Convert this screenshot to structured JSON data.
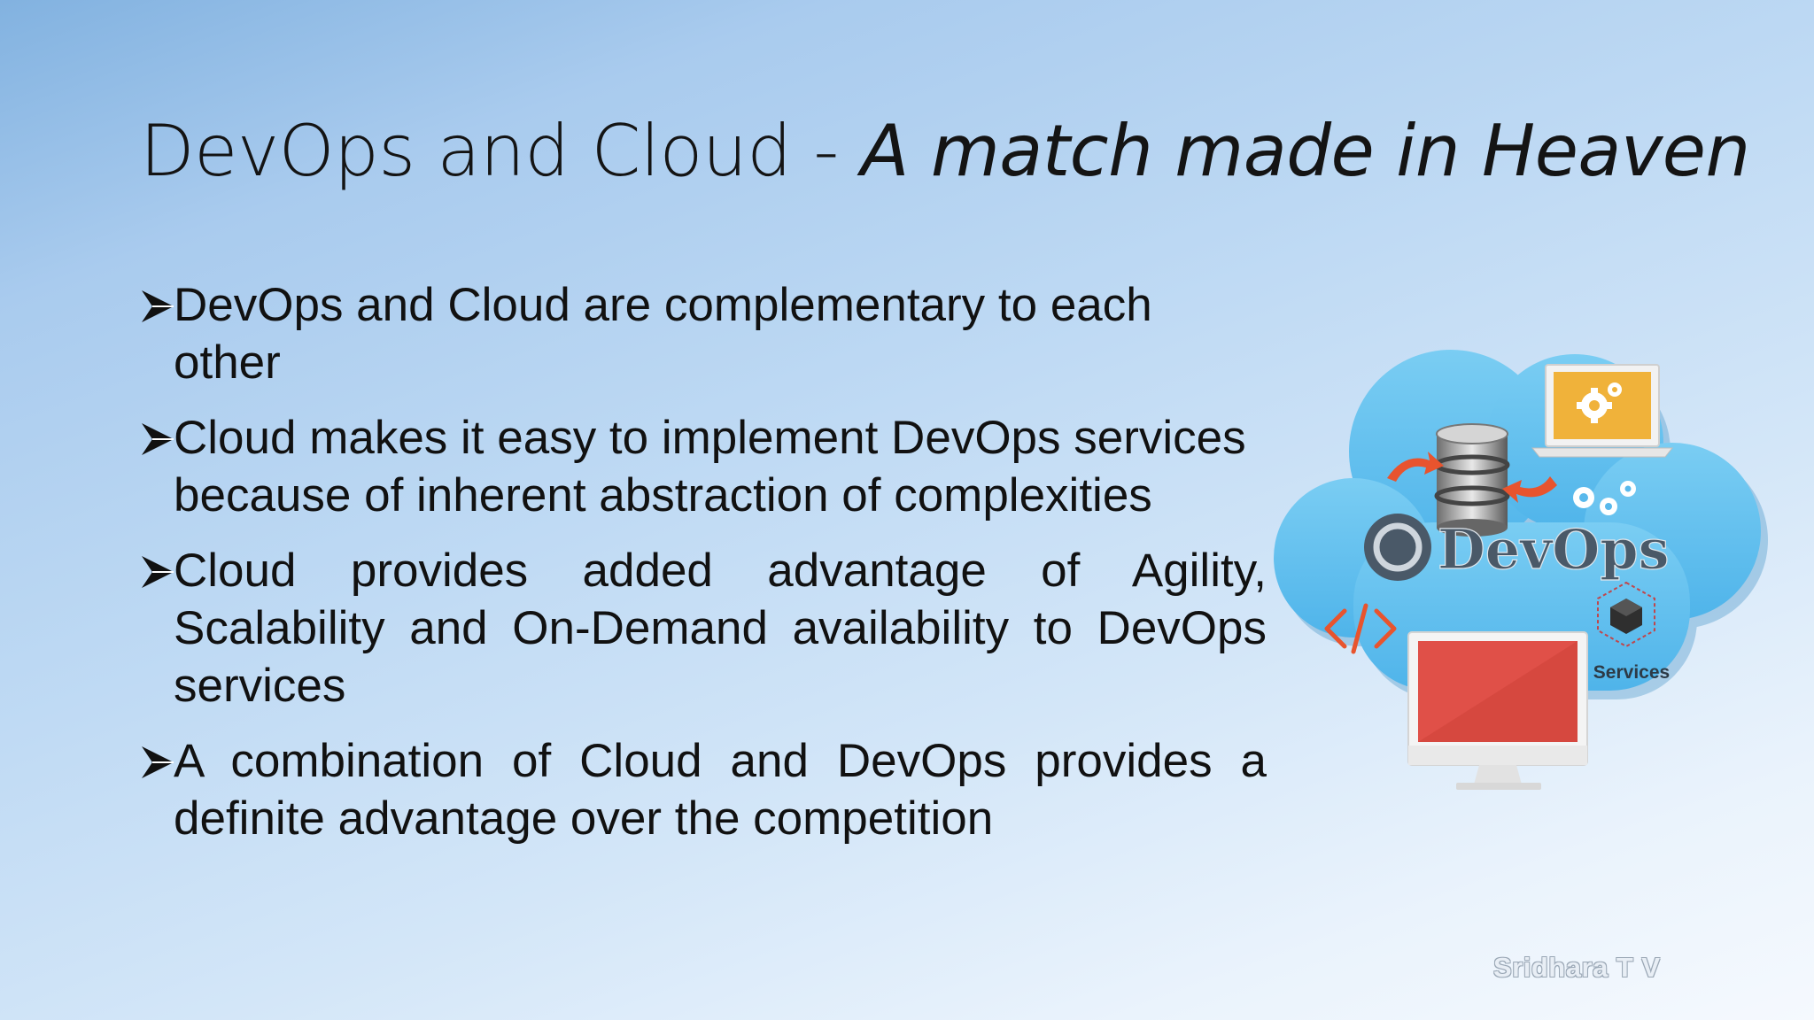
{
  "slide": {
    "title_main": "DevOps and Cloud - ",
    "title_sub": "A match made in Heaven",
    "bullets": [
      "DevOps and Cloud are complementary to each other",
      "Cloud makes it easy to implement DevOps services because of inherent abstraction of complexities",
      "Cloud provides added advantage of Agility, Scalability and On-Demand availability to DevOps services",
      "A combination of Cloud and DevOps provides a definite advantage over the competition"
    ],
    "illustration": {
      "devops_label": "DevOps",
      "services_label": "Services",
      "icons": [
        "cloud-icon",
        "laptop-gear-icon",
        "database-icon",
        "gears-icon",
        "code-icon",
        "monitor-icon",
        "cube-icon",
        "devops-logo-icon"
      ]
    },
    "author": "Sridhara T V"
  },
  "colors": {
    "cloud": "#5bbdee",
    "laptop_screen": "#f0b23a",
    "monitor_screen": "#e05048",
    "arrow": "#e8542e",
    "devops_text": "#4a5968"
  }
}
